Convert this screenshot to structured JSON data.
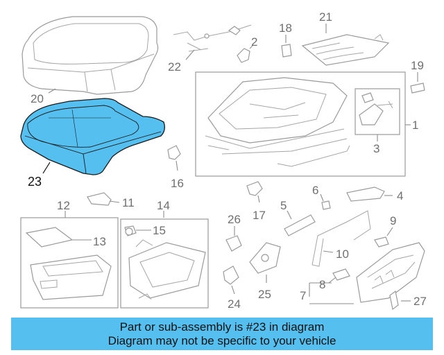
{
  "diagram": {
    "highlight_color": "#55bff0",
    "highlighted_part": "23",
    "labels": {
      "p1": "1",
      "p2": "2",
      "p3": "3",
      "p4": "4",
      "p5": "5",
      "p6": "6",
      "p7": "7",
      "p8": "8",
      "p9": "9",
      "p10": "10",
      "p11": "11",
      "p12": "12",
      "p13": "13",
      "p14": "14",
      "p15": "15",
      "p16": "16",
      "p17": "17",
      "p18": "18",
      "p19": "19",
      "p20": "20",
      "p21": "21",
      "p22": "22",
      "p23": "23",
      "p24": "24",
      "p25": "25",
      "p26": "26",
      "p27": "27"
    }
  },
  "banner": {
    "line1": "Part or sub-assembly is #23 in diagram",
    "line2": "Diagram may not be specific to your vehicle"
  }
}
